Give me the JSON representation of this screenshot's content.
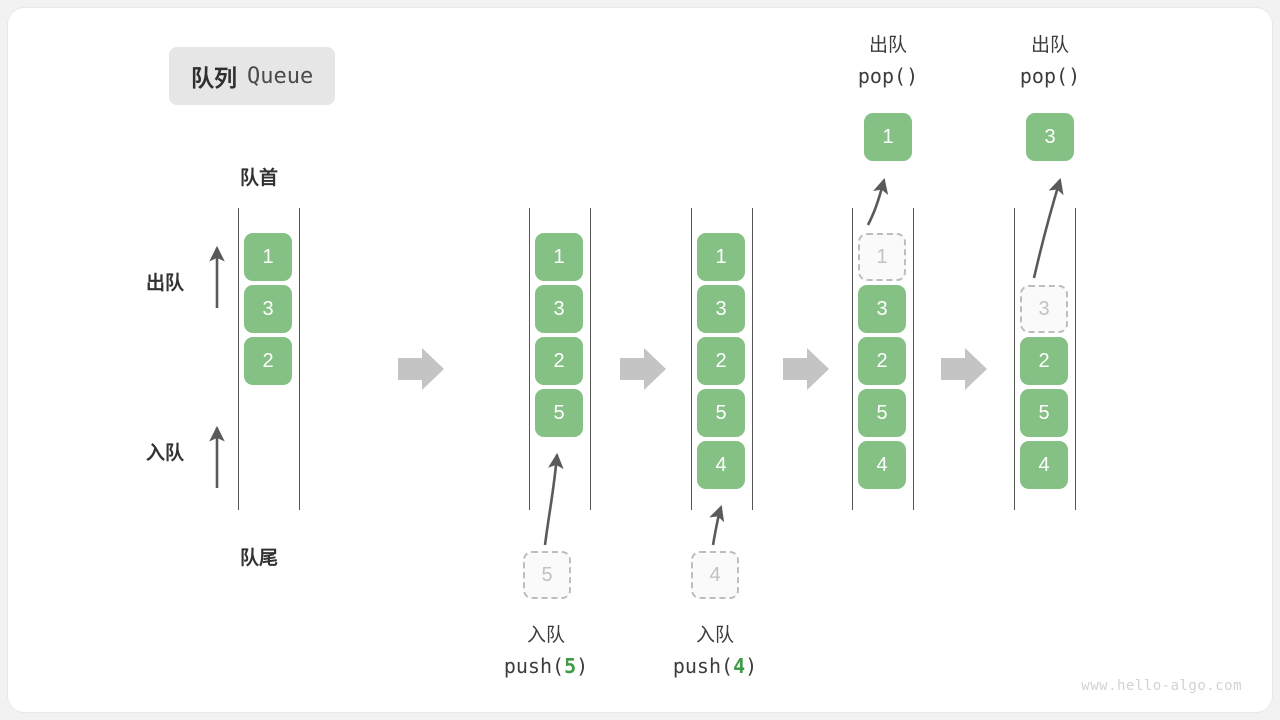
{
  "title": {
    "cn": "队列",
    "en": "Queue"
  },
  "labels": {
    "head": "队首",
    "tail": "队尾",
    "dequeue": "出队",
    "enqueue": "入队"
  },
  "watermark": "www.hello-algo.com",
  "colors": {
    "cell_fill": "#85c085",
    "cell_text": "#ffffff",
    "ghost_border": "#bdbdbd",
    "ghost_text": "#c2c2c2",
    "rail": "#555555",
    "arrow": "#5a5a5a",
    "separator": "#c4c4c4",
    "badge_bg": "#e6e6e6",
    "accent_number": "#3f9b46"
  },
  "steps": [
    {
      "name": "initial",
      "cells": [
        {
          "value": "1",
          "state": "filled"
        },
        {
          "value": "3",
          "state": "filled"
        },
        {
          "value": "2",
          "state": "filled"
        }
      ]
    },
    {
      "name": "after-push-5",
      "cells": [
        {
          "value": "1",
          "state": "filled"
        },
        {
          "value": "3",
          "state": "filled"
        },
        {
          "value": "2",
          "state": "filled"
        },
        {
          "value": "5",
          "state": "filled"
        }
      ],
      "incoming": {
        "value": "5",
        "state": "ghost"
      },
      "operation": {
        "cn": "入队",
        "fn": "push(",
        "arg": "5",
        "fn_close": ")"
      }
    },
    {
      "name": "after-push-4",
      "cells": [
        {
          "value": "1",
          "state": "filled"
        },
        {
          "value": "3",
          "state": "filled"
        },
        {
          "value": "2",
          "state": "filled"
        },
        {
          "value": "5",
          "state": "filled"
        },
        {
          "value": "4",
          "state": "filled"
        }
      ],
      "incoming": {
        "value": "4",
        "state": "ghost"
      },
      "operation": {
        "cn": "入队",
        "fn": "push(",
        "arg": "4",
        "fn_close": ")"
      }
    },
    {
      "name": "after-pop-1",
      "cells": [
        {
          "value": "1",
          "state": "ghost"
        },
        {
          "value": "3",
          "state": "filled"
        },
        {
          "value": "2",
          "state": "filled"
        },
        {
          "value": "5",
          "state": "filled"
        },
        {
          "value": "4",
          "state": "filled"
        }
      ],
      "outgoing": {
        "value": "1",
        "state": "filled"
      },
      "operation": {
        "cn": "出队",
        "fn": "pop(",
        "arg": "",
        "fn_close": ")"
      }
    },
    {
      "name": "after-pop-3",
      "cells": [
        {
          "value": "3",
          "state": "ghost"
        },
        {
          "value": "2",
          "state": "filled"
        },
        {
          "value": "5",
          "state": "filled"
        },
        {
          "value": "4",
          "state": "filled"
        }
      ],
      "outgoing": {
        "value": "3",
        "state": "filled"
      },
      "operation": {
        "cn": "出队",
        "fn": "pop(",
        "arg": "",
        "fn_close": ")"
      }
    }
  ]
}
